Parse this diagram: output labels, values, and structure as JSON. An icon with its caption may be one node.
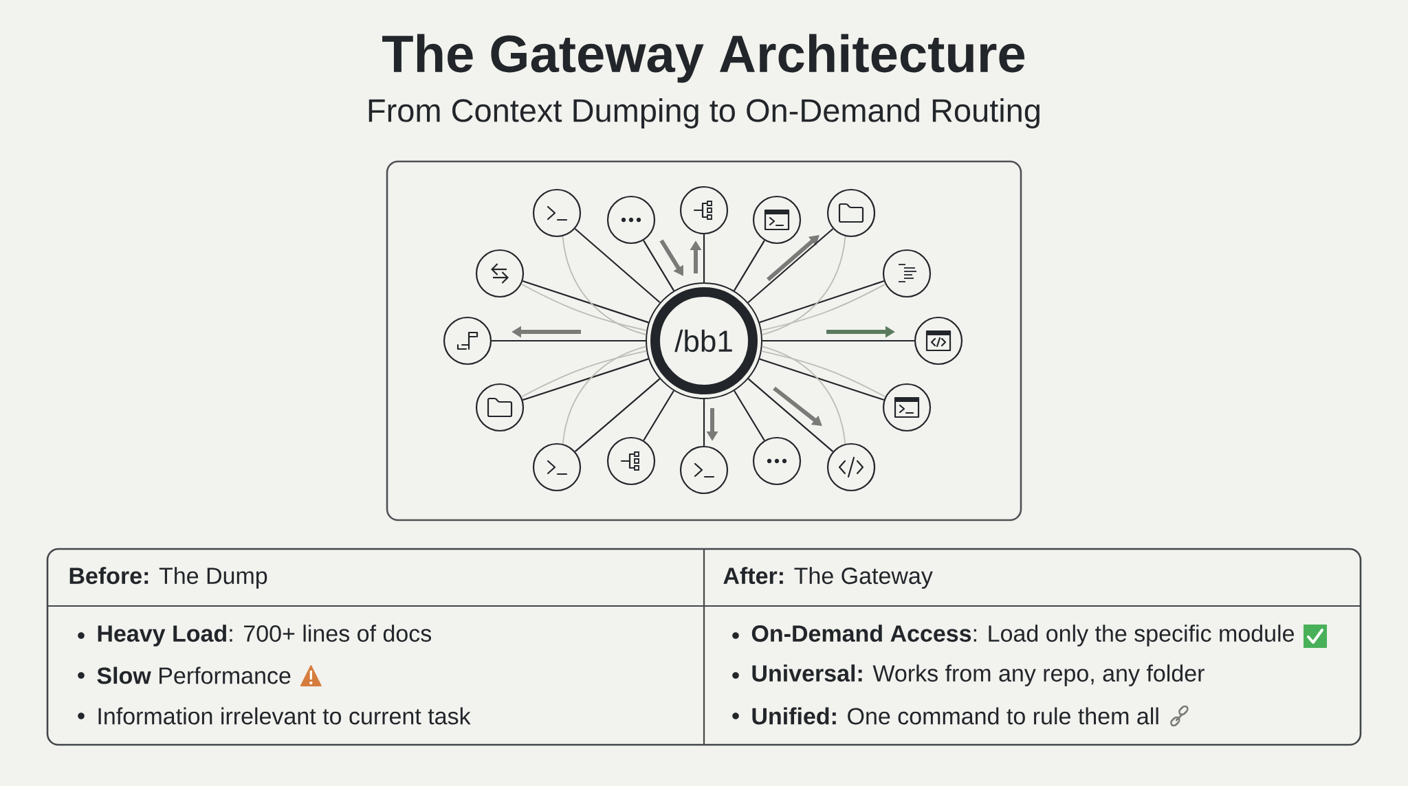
{
  "diagram": {
    "title": "The Gateway Architecture",
    "nodes": [
      {
        "text": [
          "/bb1"
        ]
      },
      {
        "text": [],
        "shape": "circle"
      },
      {
        "text": [],
        "shape": "circle"
      },
      {
        "text": [],
        "shape": "circle"
      },
      {
        "text": [],
        "shape": "circle"
      },
      {
        "text": [],
        "shape": "circle"
      },
      {
        "text": [],
        "shape": "circle"
      },
      {
        "text": [],
        "shape": "circle"
      },
      {
        "text": [],
        "shape": "circle"
      },
      {
        "text": [],
        "shape": "circle"
      },
      {
        "text": [],
        "shape": "circle"
      },
      {
        "text": [],
        "shape": "circle"
      },
      {
        "text": [],
        "shape": "circle"
      },
      {
        "text": [],
        "shape": "circle"
      },
      {
        "text": [],
        "shape": "circle"
      },
      {
        "text": [],
        "shape": "circle"
      },
      {
        "text": [],
        "shape": "circle"
      }
    ],
    "edges": [
      {
        "from": 1,
        "to": 0,
        "arrow": "none"
      },
      {
        "from": 2,
        "to": 0,
        "arrow": "none"
      },
      {
        "from": 3,
        "to": 0,
        "arrow": "none"
      },
      {
        "from": 4,
        "to": 0,
        "arrow": "none"
      },
      {
        "from": 5,
        "to": 0,
        "arrow": "none"
      },
      {
        "from": 6,
        "to": 0,
        "arrow": "none"
      },
      {
        "from": 7,
        "to": 0,
        "arrow": "none"
      },
      {
        "from": 8,
        "to": 0,
        "arrow": "none"
      },
      {
        "from": 9,
        "to": 0,
        "arrow": "none"
      },
      {
        "from": 10,
        "to": 0,
        "arrow": "none"
      },
      {
        "from": 11,
        "to": 0,
        "arrow": "none"
      },
      {
        "from": 12,
        "to": 0,
        "arrow": "none"
      },
      {
        "from": 13,
        "to": 0,
        "arrow": "none"
      },
      {
        "from": 14,
        "to": 0,
        "arrow": "none"
      },
      {
        "from": 15,
        "to": 0,
        "arrow": "none"
      },
      {
        "from": 16,
        "to": 0,
        "arrow": "none"
      },
      {
        "from": 1,
        "to": 0,
        "arrow": "none",
        "color": "#bdbdb7"
      },
      {
        "from": 5,
        "to": 0,
        "arrow": "none",
        "color": "#bdbdb7"
      },
      {
        "from": 6,
        "to": 0,
        "arrow": "none",
        "color": "#bdbdb7"
      },
      {
        "from": 8,
        "to": 0,
        "arrow": "none",
        "color": "#bdbdb7"
      },
      {
        "from": 9,
        "to": 0,
        "arrow": "none",
        "color": "#bdbdb7"
      },
      {
        "from": 13,
        "to": 0,
        "arrow": "none",
        "color": "#bdbdb7"
      },
      {
        "from": 14,
        "to": 0,
        "arrow": "none",
        "color": "#bdbdb7"
      },
      {
        "from": 16,
        "to": 0,
        "arrow": "none",
        "color": "#bdbdb7"
      }
    ],
    "labels": [
      "From Context Dumping to On-Demand Routing",
      "**Before:** The Dump",
      "**After:** The Gateway",
      "**Heavy Load**: 700+ lines of docs",
      "**On-Demand Access**: Load only the specific module",
      "**Slow** Performance",
      "**Universal:** Works from any repo, any folder",
      "Information irrelevant to current task",
      "**Unified:** One command to rule them all"
    ]
  }
}
